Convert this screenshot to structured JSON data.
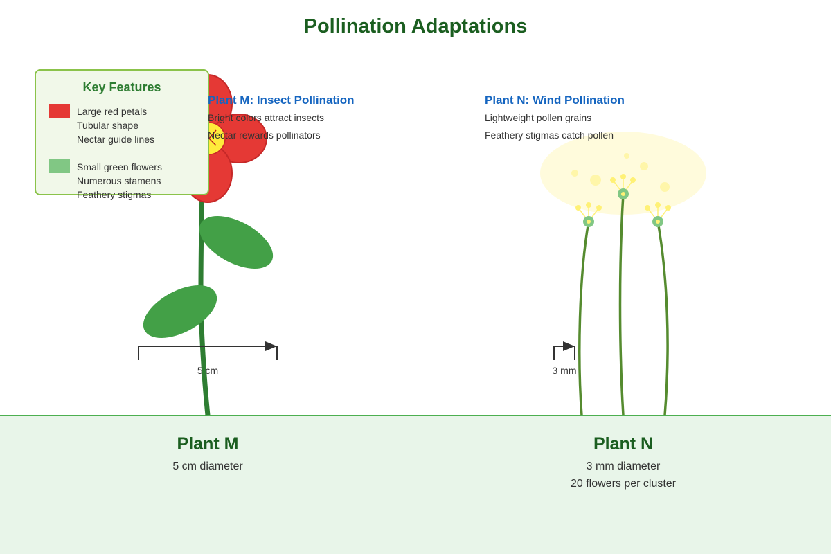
{
  "title": "Pollination Adaptations",
  "legend": {
    "title": "Key Features",
    "groups": [
      {
        "color": "#e53935",
        "lines": [
          "Large red petals",
          "Tubular shape",
          "Nectar guide lines"
        ]
      },
      {
        "color": "#81c784",
        "lines": [
          "Small green flowers",
          "Numerous stamens",
          "Feathery stigmas"
        ]
      }
    ]
  },
  "plant_m": {
    "info_title": "Plant M: Insect Pollination",
    "info_lines": [
      "Bright colors attract insects",
      "Nectar rewards pollinators"
    ],
    "scale_label": "5 cm",
    "name": "Plant M",
    "details": [
      "5 cm diameter"
    ]
  },
  "plant_n": {
    "info_title": "Plant N: Wind Pollination",
    "info_lines": [
      "Lightweight pollen grains",
      "Feathery stigmas catch pollen"
    ],
    "scale_label": "3 mm",
    "name": "Plant N",
    "details": [
      "3 mm diameter",
      "20 flowers per cluster"
    ]
  },
  "colors": {
    "title": "#1b5e20",
    "accent_blue": "#1565c0",
    "ground": "#e8f5e9",
    "ground_line": "#4caf50",
    "petal": "#e53935",
    "flower_center": "#ffeb3b",
    "leaf": "#43a047",
    "stem_m": "#2e7d32",
    "stem_n": "#558b2f",
    "pollen_cloud": "#fff9c4"
  },
  "icons": [
    "red-flower-icon",
    "wind-flower-cluster-icon",
    "scale-bar-icon"
  ]
}
